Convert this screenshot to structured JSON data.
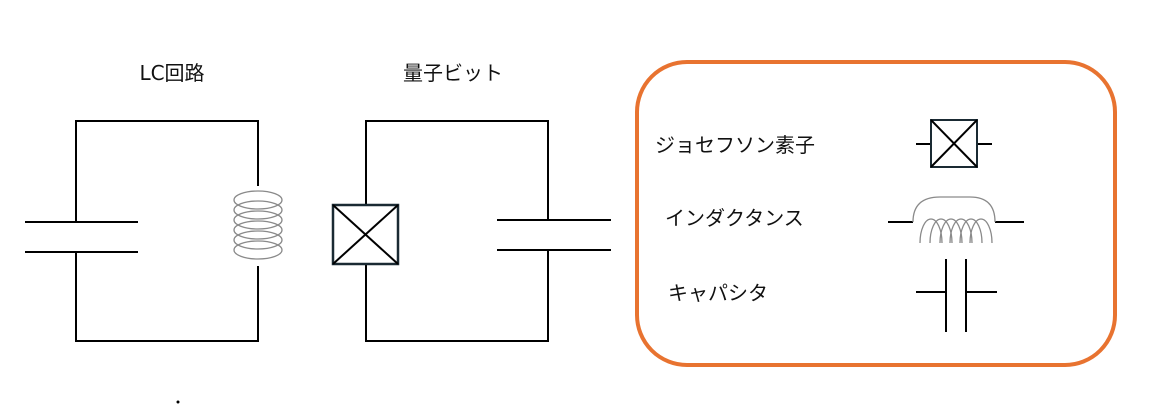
{
  "labels": {
    "lc_circuit": "LC回路",
    "qubit": "量子ビット"
  },
  "legend": {
    "border_color": "#e87330",
    "items": [
      {
        "label": "ジョセフソン素子",
        "symbol": "josephson-junction"
      },
      {
        "label": "インダクタンス",
        "symbol": "inductor"
      },
      {
        "label": "キャパシタ",
        "symbol": "capacitor"
      }
    ]
  }
}
